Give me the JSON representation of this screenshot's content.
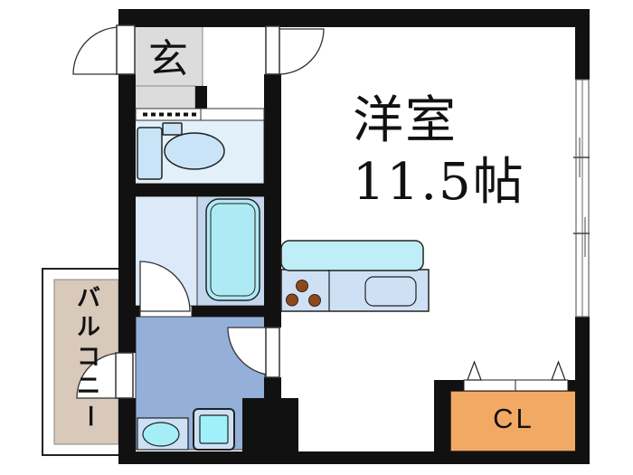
{
  "floorplan": {
    "entrance": {
      "label": "玄"
    },
    "main_room": {
      "name": "洋室",
      "size": "11.5帖"
    },
    "closet": {
      "label": "CL"
    },
    "balcony": {
      "label": "バルコニー",
      "chars": [
        "バ",
        "ル",
        "コ",
        "ニ",
        "ー"
      ]
    },
    "colors": {
      "wall": "#111111",
      "genkan_floor": "#dcdcdc",
      "toilet_floor": "#e2f0fa",
      "bath_floor": "#dbe9f8",
      "bath_tub_area": "#c3d6ee",
      "bathtub": "#aeeaf3",
      "washroom_floor": "#94b0d8",
      "kitchen_counter": "#bfeef6",
      "kitchen_base": "#cfe0f5",
      "burner": "#8a4a1e",
      "fixture_blue": "#c9e4f7",
      "fixture_cyan": "#9ff0f8",
      "balcony_floor": "#d8c9bb",
      "closet_fill": "#f2a963"
    }
  }
}
